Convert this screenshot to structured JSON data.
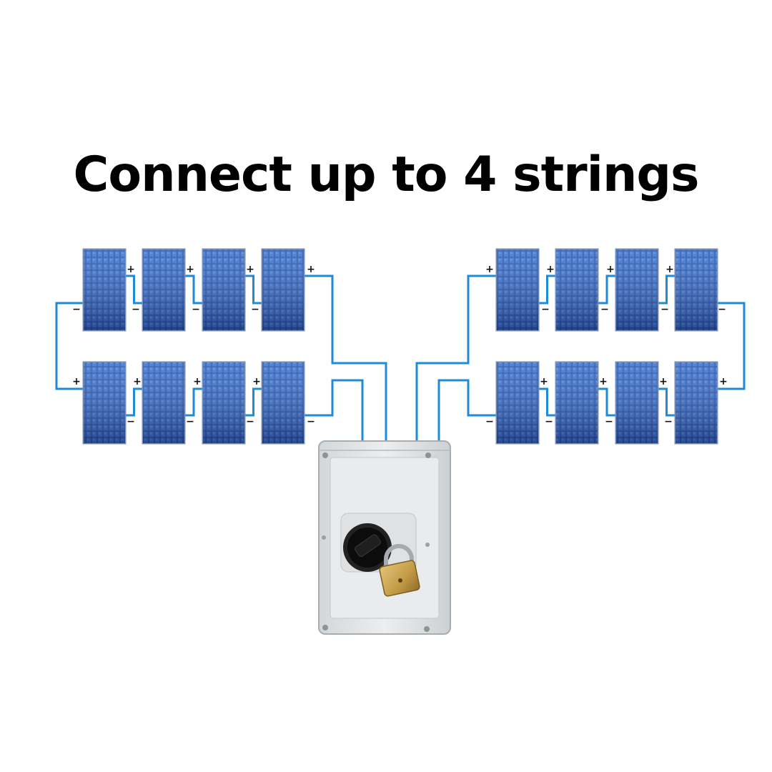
{
  "title": "Connect up to 4 strings",
  "labels": {
    "plus": "+",
    "minus": "−"
  },
  "colors": {
    "wire": "#1f8bd6",
    "panel_cell": "#2f5fb8",
    "panel_frame": "#7b8fb6",
    "enclosure": "#e4e6e7",
    "knob": "#111111",
    "padlock": "#c8a24e"
  },
  "strings": [
    {
      "name": "string-1",
      "panels": 4
    },
    {
      "name": "string-2",
      "panels": 4
    },
    {
      "name": "string-3",
      "panels": 4
    },
    {
      "name": "string-4",
      "panels": 4
    }
  ],
  "isolator": {
    "icon": "rotary-isolator-switch",
    "lock_icon": "padlock-icon"
  }
}
